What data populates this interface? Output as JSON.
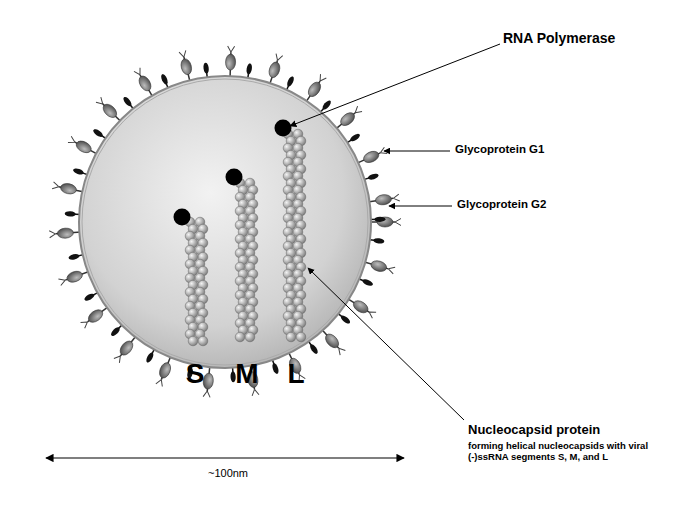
{
  "diagram": {
    "labels": [
      "RNA Polymerase",
      "Glycoprotein G1",
      "Glycoprotein G2",
      "Nucleocapsid protein",
      "forming helical nucleocapsids with viral (-)ssRNA segments S, M, and L",
      "S",
      "M",
      "L",
      "~100nm"
    ]
  }
}
